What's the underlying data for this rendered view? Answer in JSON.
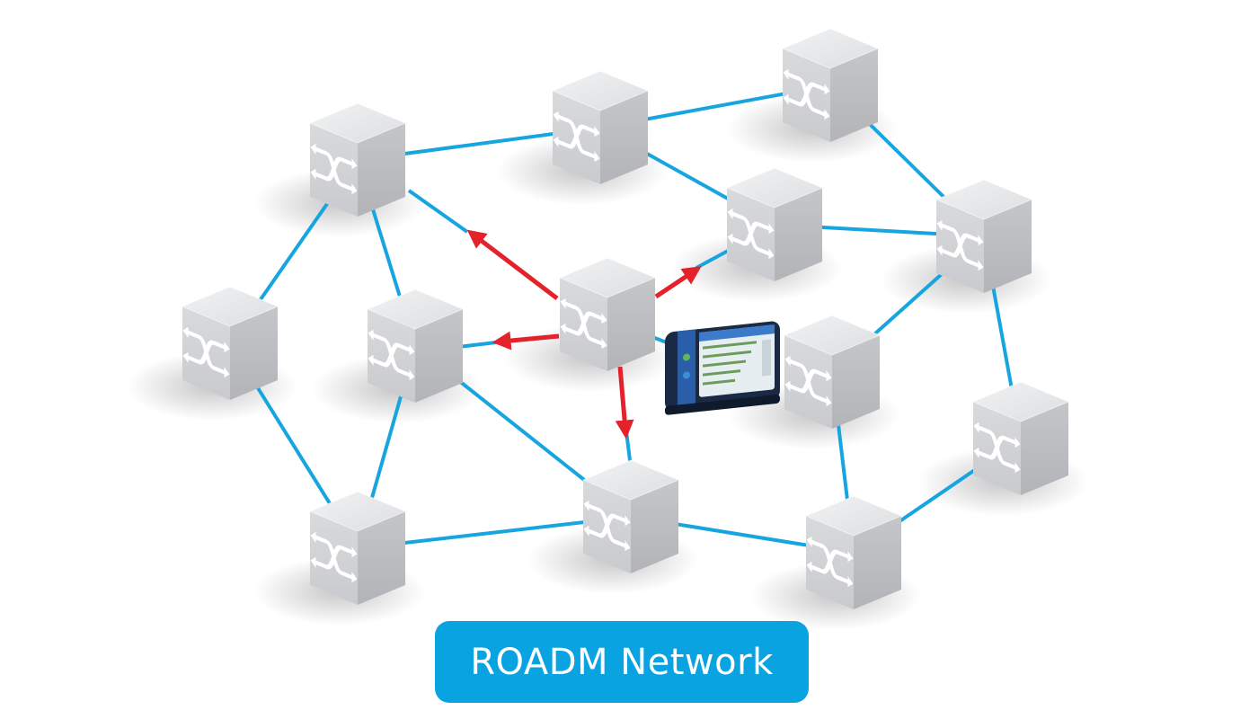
{
  "title": "ROADM Network",
  "colors": {
    "link": "#17a5e0",
    "arrow": "#e3222c",
    "badge": "#0aa3e2",
    "cube_top": "#e9eaec",
    "cube_left": "#cfd1d4",
    "cube_right": "#b9bbbf"
  },
  "nodes": [
    {
      "id": "n1",
      "icon": "roadm-switch-icon"
    },
    {
      "id": "n2",
      "icon": "roadm-switch-icon"
    },
    {
      "id": "n3",
      "icon": "roadm-switch-icon"
    },
    {
      "id": "n4",
      "icon": "roadm-switch-icon"
    },
    {
      "id": "n5",
      "icon": "roadm-switch-icon"
    },
    {
      "id": "n6",
      "icon": "roadm-switch-icon"
    },
    {
      "id": "n7",
      "icon": "roadm-switch-icon"
    },
    {
      "id": "n8",
      "icon": "roadm-switch-icon"
    },
    {
      "id": "n9",
      "icon": "roadm-switch-icon"
    },
    {
      "id": "n10",
      "icon": "roadm-switch-icon"
    },
    {
      "id": "n11",
      "icon": "roadm-switch-icon"
    },
    {
      "id": "n12",
      "icon": "roadm-switch-icon"
    },
    {
      "id": "n13",
      "icon": "roadm-switch-icon"
    },
    {
      "id": "n14",
      "icon": "roadm-switch-icon"
    }
  ],
  "links": [
    [
      "n1",
      "n2"
    ],
    [
      "n2",
      "n3"
    ],
    [
      "n3",
      "n9"
    ],
    [
      "n2",
      "n5"
    ],
    [
      "n1",
      "n4"
    ],
    [
      "n1",
      "n7"
    ],
    [
      "n4",
      "n10"
    ],
    [
      "n7",
      "n10"
    ],
    [
      "n7",
      "n11"
    ],
    [
      "n10",
      "n11"
    ],
    [
      "n11",
      "n13"
    ],
    [
      "n13",
      "n14"
    ],
    [
      "n9",
      "n8"
    ],
    [
      "n9",
      "n14"
    ],
    [
      "n12",
      "n13"
    ],
    [
      "n12",
      "n9"
    ],
    [
      "n8",
      "n9"
    ],
    [
      "n5",
      "n8"
    ]
  ],
  "arrows": [
    {
      "from": "n6",
      "to": "n1"
    },
    {
      "from": "n6",
      "to": "n8"
    },
    {
      "from": "n6",
      "to": "n7"
    },
    {
      "from": "n6",
      "to": "n11"
    }
  ],
  "test_device": {
    "icon": "test-instrument-icon",
    "connected_to": "n6"
  }
}
